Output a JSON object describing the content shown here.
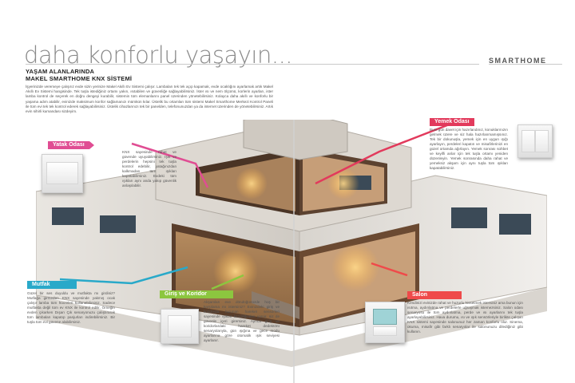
{
  "header": {
    "title": "daha konforlu yaşayın...",
    "brand": "SMARTHOME",
    "subtitle_line1": "YAŞAM ALANLARINDA",
    "subtitle_line2": "MAKEL SMARTHOME KNX SİSTEMİ",
    "intro": "İşyerinizde veremeye çalışırız evde sizin yerinize Makel Akıllı Ev Sistemi çalışır. Lambaları tek tek açıp kapamak, evde ocaklığını ayarlamak artık Makel Akıllı Ev Sistemi hangisinde. Tek tuşla istediğiniz ortamı yakın, ısıtabilen ve güvenliğe sağlayabilirsiniz. İster ısı ve nem ölçümü, korlerin ayarları, ister lamba kontrol de seçerek en doğru dengeyi kurabilir, sistemin tüm elemanlarını panel üzerinden yönetebilirsiniz. Kolayca daha akıllı ve konforlu bir yaşama adım atabilir, evinizde maksimum konfor sağlamanızı mümkün kılar. Üstelik bu ortamları tüm sistemi Makel Smarthome Merkezi Kontrol Paneli ile tüm evi tek tek kontrol ederek sağlayabilirsiniz. Üstelik cihazlarınızı tek bir panelden, telefonunuzdan ya da internet üzerinden de yönetebilirsiniz. Artık evin sihirli kumandası sizdeyim."
  },
  "rooms": {
    "yatak": {
      "label": "Yatak Odası",
      "text": "KNX sayesinde rahat ve güvende uyuyabilirsiniz. Işık ve perdelerin hepsini tek tuşla kontrol edebilir, yatağınızdan kalkmadan tüm ışıkları kapatabilirsiniz. Evdeki tüm ışıkları aynı anda yakıp güvenlik anlaşılabilir."
    },
    "yemek": {
      "label": "Yemek Odası",
      "text": "Bum gün davet için hazırlandınız, konuklarınızın gelmek üzere ve siz hala hazırlanmamışsınız. Tek bir dokunuşla, yemek için en uygun ışığı ayarlayın, perdeleri kapatın ve misafirlerinizi en güzel ortamda ağırlayın. Yemek sonrası sohbet ve keyifli anlar için tek tuşla ortamı yeniden düzenleyin. Yemek sonrasında daha rahat ve yemeksiz akşam için aynı tuşla tüm ışıkları kapatabilirsiniz."
    },
    "mutfak": {
      "label": "Mutfak",
      "text": "Güzel bir ses duyuldu ve mutfakta mı girdiniz? Mutfağa girmeden KNX sayesinde yakmış ocak çalışır lamba tüm hücreleri kullanabilirsiniz. Sadece mutfakta değil tüm ev KNX ile kontrol edilir. Örneğin evden çıkarken Dışarı Çık senaryonuzu çalıştırarak tüm lambaları kapatıp panjurları indirebilirsiniz. Bir tuşla tüm evi güvene alabilirsiniz."
    },
    "giris": {
      "label": "Giriş ve Koridor",
      "text": "Akşamları eve döndüğünüzde hoş bir karşılama mı istersiniz? Evinizdeki giriş ve koridorda bulunan hareket sensörleri sayesinde ışıklar kendiliğinden yanar, siz de güvenle içeri girersiniz. Ayrıca giriş ve koridorlardaki hareket dedektörü senaryolarıyla, gün ışığına ve gece modu ayarlarına göre otomatik ışık seviyesi ayarlanır."
    },
    "salon": {
      "label": "Salon",
      "text": "Kendinizi evinizde rahat ve huzurlu hissetmek istersiniz ama bunun için ısıtma, aydınlatma ve perdelerle uğraşmak istemezsiniz. Salon odası senaryosu ile tüm aydınlatma, perde ve ısı ayarlarını tek tuşla ayarlayabilirsiniz. Hava durumu, ısı ve ışık sensörleriyle birlikte çalışan KNX sistemi sayesinde salonunuz her zaman konforlu olur. Sinema, okuma, misafir gibi farklı senaryolar ile salonunuzu dilediğiniz gibi kullanın."
    }
  },
  "colors": {
    "yatak": "#e04d93",
    "yemek": "#e23a5c",
    "mutfak": "#29a9c9",
    "giris": "#8cc63f",
    "salon": "#ef4a4a",
    "title_gray": "#8a8a8a"
  },
  "icons": [
    "light-switch-icon",
    "double-switch-icon",
    "thermostat-icon",
    "house-cutaway-illustration"
  ]
}
